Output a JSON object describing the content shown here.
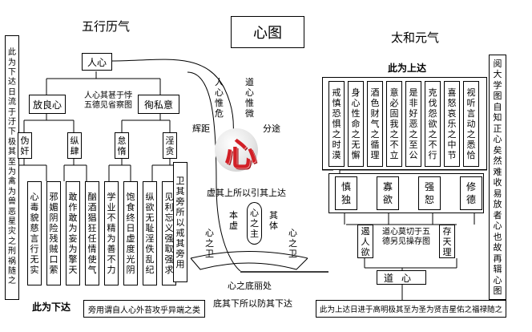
{
  "title": "心图",
  "left_heading": "五行历气",
  "right_heading": "太和元气",
  "left_side_vertical": "此为下达日流于汙下极其至为禽为兽恶星灾之刑祸随之",
  "right_side_vertical": "阅大学图自知正心矣然难收易放者心也故再辑心图",
  "renxin": "人心",
  "renxin_note": "人心其甚于悖五德见省察图",
  "fang_liang_xin": "放良心",
  "xun_si_yi": "徇私意",
  "second_row": [
    "伪奸",
    "纵肆",
    "怠惰",
    "淫贪"
  ],
  "bottom_columns": [
    "心毒貌慈言行无实",
    "邪媚阴险残贼口萦",
    "敢作敢为妄为擎天",
    "酗酒猖狂任情使气",
    "学业不精为善不力",
    "饱食终日虚度光阴",
    "纵欲无耻淫佚乱纪",
    "见利忘义强取强求"
  ],
  "left_note_vertical": "卫其旁所以戒其旁用",
  "left_bottom_label": "此为下达",
  "left_bottom_note": "旁用谓自人心外苔攻乎异端之类",
  "curve_left_label": "人心惟危",
  "curve_right_label": "道心惟微",
  "fork_left": "辉距",
  "fork_right": "分途",
  "heart_char": "心",
  "center_top": "虚其上所以引其上达",
  "xin_zhi_zhu": "心之主",
  "ben_xu": "本虚",
  "qi_ti": "其体",
  "xin_zhi_wei_left": "心之卫",
  "xin_zhi_wei_right": "心之卫",
  "xin_zhi_di": "心之底丽处",
  "center_bottom": "底其下所以防其下达",
  "right_top_label": "此为上达",
  "right_top_columns": [
    "戒慎恐惧之时漠",
    "身心性命之无懈",
    "酒色财气之循理",
    "意必固我之不立",
    "是非好恶之至公",
    "克伐怨欲之不行",
    "喜怒哀乐之中节",
    "视听言动之悉恰"
  ],
  "right_mid": [
    "慎独",
    "寡欲",
    "强恕",
    "修德"
  ],
  "e_ren_yu": "遏人欲",
  "daoxin_note": "道心莫切于五德另见操存图",
  "cun_tian_li": "存天理",
  "daoxin": "道心",
  "right_bottom_note": "此为上达日进于高明极其至为圣为贤吉星佑之福禄随之",
  "colors": {
    "heart_red": "#d21f26",
    "heart_pink": "#ea8a8c",
    "heart_gray": "#bdbdbd",
    "line": "#000000"
  }
}
